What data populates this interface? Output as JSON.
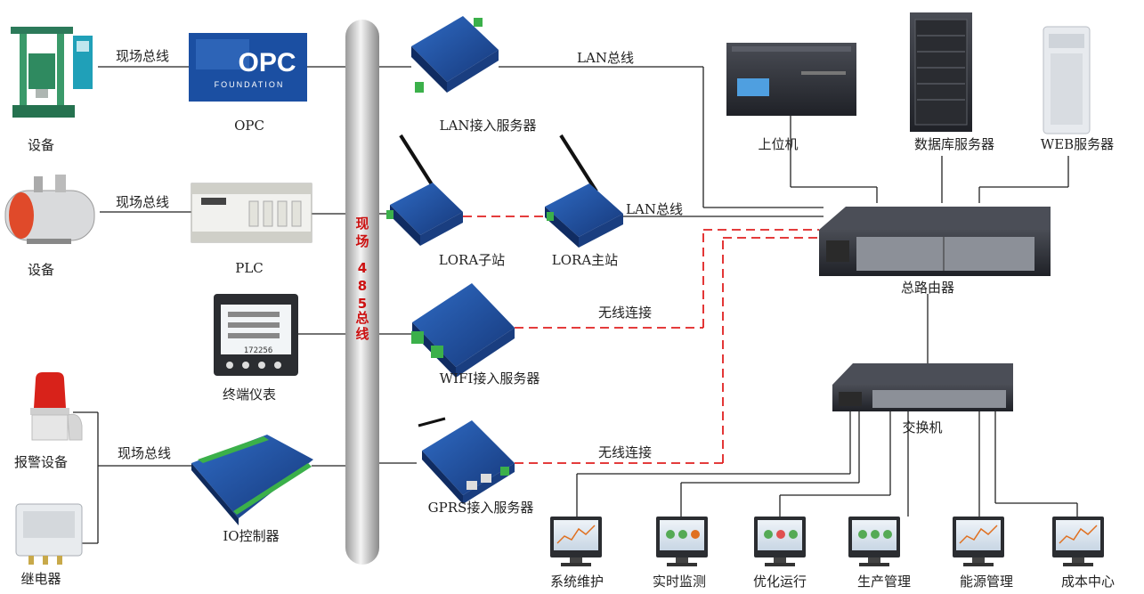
{
  "labels": {
    "equipment1": "设备",
    "equipment2": "设备",
    "alarm": "报警设备",
    "relay": "继电器",
    "opc": "OPC",
    "opc_logo_text": "OPC",
    "opc_logo_sub": "FOUNDATION",
    "plc": "PLC",
    "meter": "终端仪表",
    "io": "IO控制器",
    "lan_server": "LAN接入服务器",
    "lora_slave": "LORA子站",
    "lora_master": "LORA主站",
    "wifi_server": "WIFI接入服务器",
    "gprs_server": "GPRS接入服务器",
    "host": "上位机",
    "db_server": "数据库服务器",
    "web_server": "WEB服务器",
    "router": "总路由器",
    "switch": "交换机",
    "meter_reading": "172256"
  },
  "bus": {
    "vertical_text": [
      "现",
      "场",
      "4",
      "8",
      "5",
      "总",
      "线"
    ]
  },
  "links": {
    "fieldbus1": "现场总线",
    "fieldbus2": "现场总线",
    "fieldbus3": "现场总线",
    "lan1": "LAN总线",
    "lan2": "LAN总线",
    "wireless1": "无线连接",
    "wireless2": "无线连接"
  },
  "terminals": [
    "系统维护",
    "实时监测",
    "优化运行",
    "生产管理",
    "能源管理",
    "成本中心"
  ],
  "colors": {
    "wireless_dash": "#e02020",
    "line": "#222222",
    "bus_text": "#cc1111",
    "device_blue": "#1d4f9a"
  }
}
